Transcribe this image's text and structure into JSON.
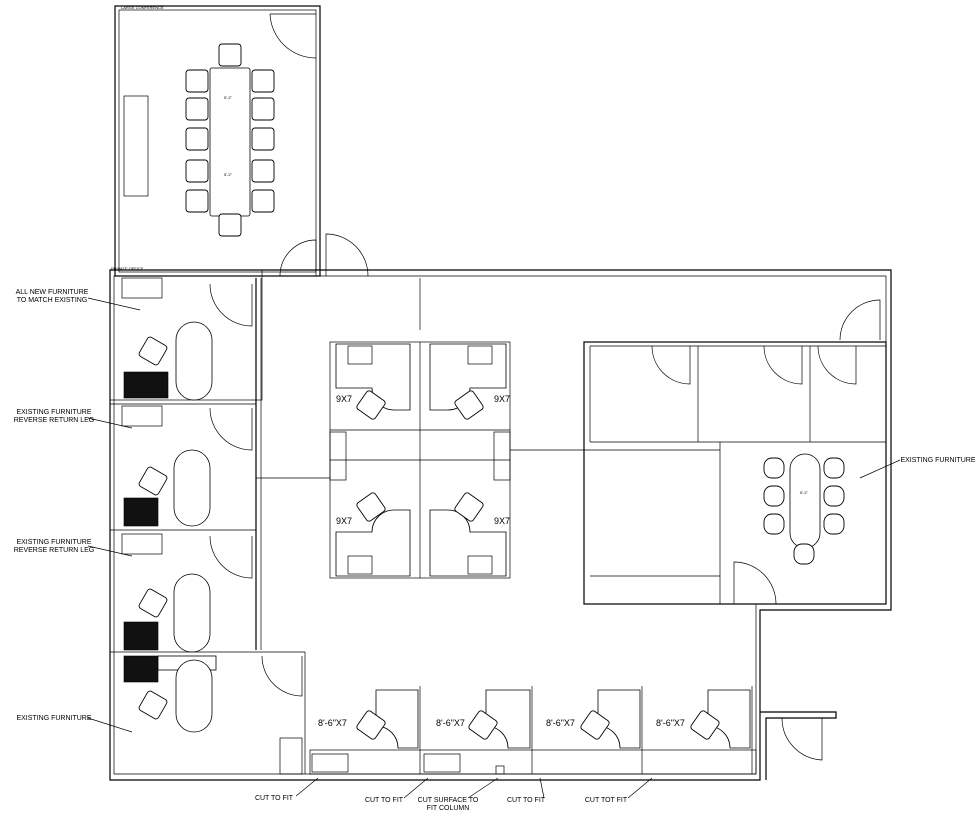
{
  "rooms": {
    "large_conference": "LARGE CONFERENCE",
    "private_office": "PRIVATE OFFICE",
    "table_dim": "5'-2\"",
    "small_table_dim": "5'-2\""
  },
  "workstations": {
    "cluster_label": "9X7",
    "row_label": "8'-6\"X7"
  },
  "callouts": {
    "all_new": [
      "ALL NEW FURNITURE",
      "TO MATCH EXISTING"
    ],
    "reverse_1": [
      "EXISTING FURNITURE",
      "REVERSE RETURN LEG"
    ],
    "reverse_2": [
      "EXISTING FURNITURE",
      "REVERSE RETURN LEG"
    ],
    "existing_office": "EXISTING FURNITURE",
    "existing_conf": "EXISTING FURNITURE",
    "cut_to_fit_1": "CUT TO FIT",
    "cut_to_fit_2": "CUT TO FIT",
    "cut_surface": [
      "CUT SURFACE TO",
      "FIT COLUMN"
    ],
    "cut_to_fit_3": "CUT TO FIT",
    "cut_tot_fit": "CUT TOT FIT"
  }
}
